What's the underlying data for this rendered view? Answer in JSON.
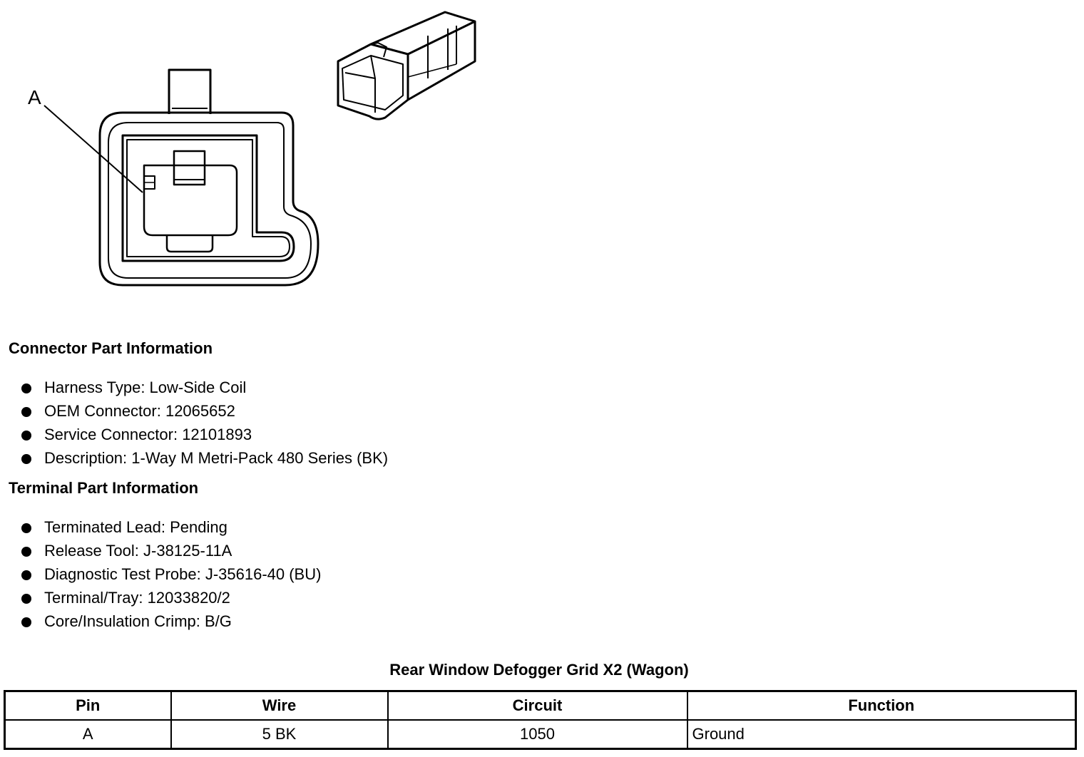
{
  "diagram": {
    "callout_label": "A",
    "icon": "connector-face-view-icon",
    "connector_icon": "connector-perspective-icon"
  },
  "connector_section": {
    "heading": "Connector Part Information",
    "items": [
      "Harness Type: Low-Side Coil",
      "OEM Connector: 12065652",
      "Service Connector: 12101893",
      "Description: 1-Way M Metri-Pack 480 Series (BK)"
    ]
  },
  "terminal_section": {
    "heading": "Terminal Part Information",
    "items": [
      "Terminated Lead: Pending",
      "Release Tool: J-38125-11A",
      "Diagnostic Test Probe: J-35616-40 (BU)",
      "Terminal/Tray: 12033820/2",
      "Core/Insulation Crimp: B/G"
    ]
  },
  "pin_table": {
    "title": "Rear Window Defogger Grid X2 (Wagon)",
    "headers": [
      "Pin",
      "Wire",
      "Circuit",
      "Function"
    ],
    "rows": [
      [
        "A",
        "5 BK",
        "1050",
        "Ground"
      ]
    ]
  }
}
